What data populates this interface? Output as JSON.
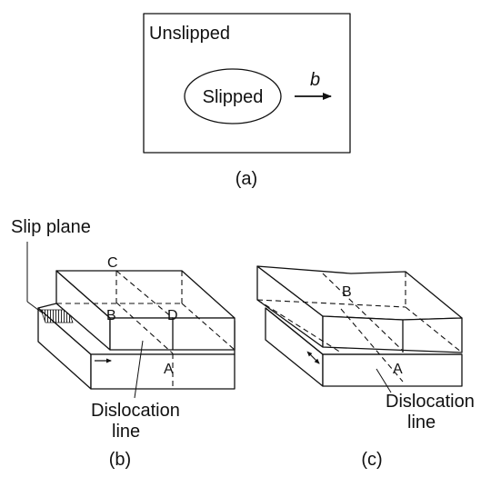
{
  "panel_a": {
    "caption": "(a)",
    "unslipped_label": "Unslipped",
    "slipped_label": "Slipped",
    "burgers_label": "b"
  },
  "panel_b": {
    "caption": "(b)",
    "slip_plane_label": "Slip plane",
    "point_a": "A",
    "point_b": "B",
    "point_c": "C",
    "point_d": "D",
    "dislocation_label_1": "Dislocation",
    "dislocation_label_2": "line"
  },
  "panel_c": {
    "caption": "(c)",
    "point_a": "A",
    "point_b": "B",
    "dislocation_label_1": "Dislocation",
    "dislocation_label_2": "line"
  }
}
